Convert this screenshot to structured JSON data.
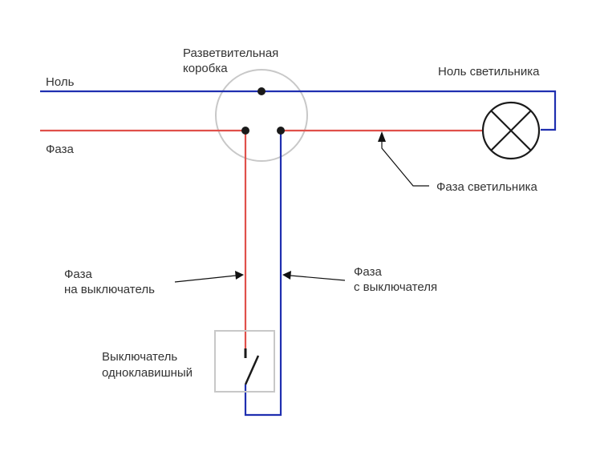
{
  "labels": {
    "junction_box_line1": "Разветвительная",
    "junction_box_line2": "коробка",
    "neutral": "Ноль",
    "lamp_neutral": "Ноль светильника",
    "phase": "Фаза",
    "lamp_phase": "Фаза светильника",
    "phase_to_switch_line1": "Фаза",
    "phase_to_switch_line2": "на выключатель",
    "phase_from_switch_line1": "Фаза",
    "phase_from_switch_line2": "с выключателя",
    "switch_line1": "Выключатель",
    "switch_line2": "одноклавишный"
  },
  "colors": {
    "neutral_wire": "#1f2fb0",
    "phase_wire": "#e0504a",
    "junction_box": "#c8c8c8",
    "switch_box": "#c8c8c8",
    "lamp": "#1a1a1a",
    "leader": "#111111",
    "text": "#333333"
  }
}
